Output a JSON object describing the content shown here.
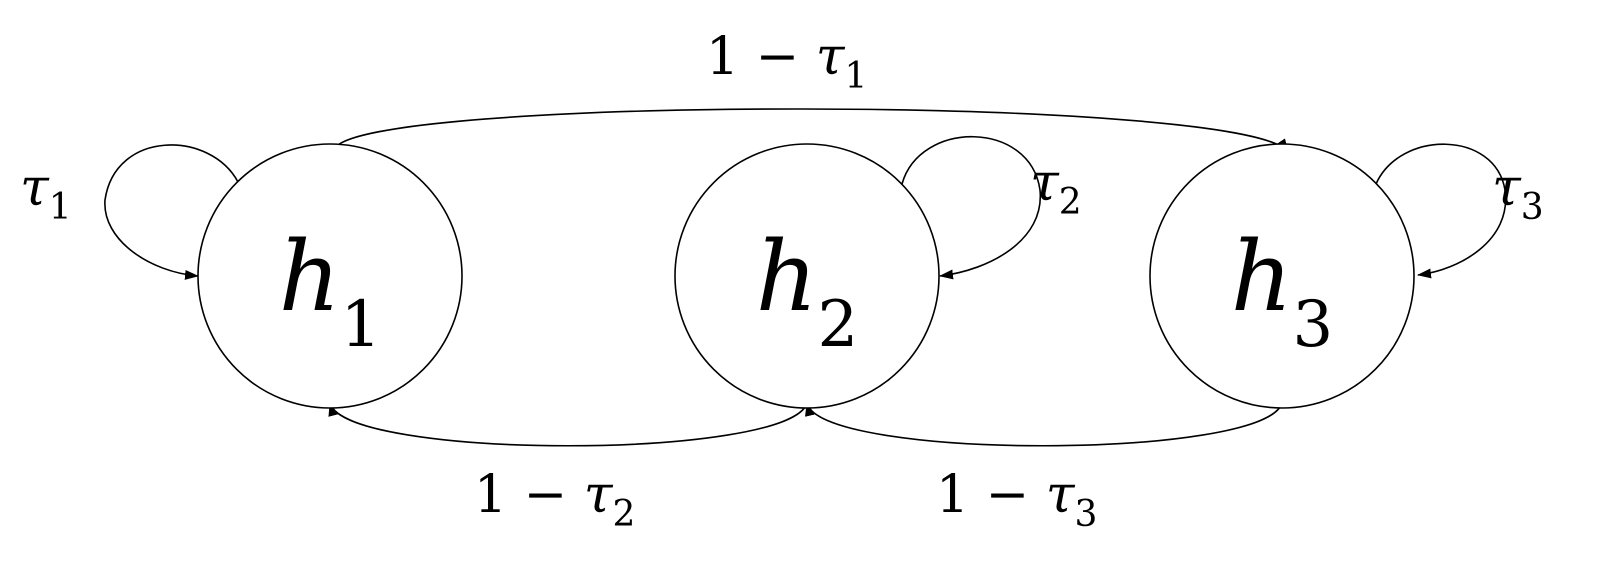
{
  "nodes": [
    {
      "id": "h1",
      "symbol": "h",
      "index": "1"
    },
    {
      "id": "h2",
      "symbol": "h",
      "index": "2"
    },
    {
      "id": "h3",
      "symbol": "h",
      "index": "3"
    }
  ],
  "edges": {
    "self_h1": {
      "from": "h1",
      "to": "h1",
      "prefix": "",
      "symbol": "τ",
      "index": "1"
    },
    "self_h2": {
      "from": "h2",
      "to": "h2",
      "prefix": "",
      "symbol": "τ",
      "index": "2"
    },
    "self_h3": {
      "from": "h3",
      "to": "h3",
      "prefix": "",
      "symbol": "τ",
      "index": "3"
    },
    "h1_to_h3": {
      "from": "h1",
      "to": "h3",
      "prefix": "1 − ",
      "symbol": "τ",
      "index": "1"
    },
    "h2_to_h1": {
      "from": "h2",
      "to": "h1",
      "prefix": "1 − ",
      "symbol": "τ",
      "index": "2"
    },
    "h3_to_h2": {
      "from": "h3",
      "to": "h2",
      "prefix": "1 − ",
      "symbol": "τ",
      "index": "3"
    }
  }
}
